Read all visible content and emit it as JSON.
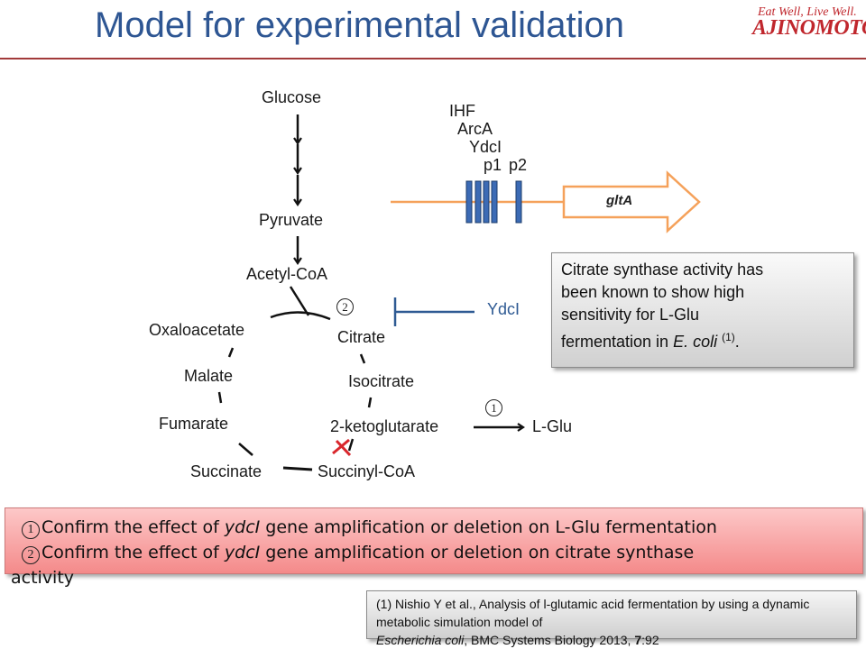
{
  "title": "Model for experimental validation",
  "logo": {
    "tagline": "Eat Well, Live Well.",
    "brand": "AJINOMOTO."
  },
  "pathway": {
    "glucose": "Glucose",
    "pyruvate": "Pyruvate",
    "acetyl_coa": "Acetyl-CoA",
    "oxaloacetate": "Oxaloacetate",
    "citrate": "Citrate",
    "malate": "Malate",
    "isocitrate": "Isocitrate",
    "fumarate": "Fumarate",
    "ketoglutarate": "2-ketoglutarate",
    "lglu": "L-Glu",
    "succinate": "Succinate",
    "succinyl_coa": "Succinyl-CoA",
    "ydci": "YdcI",
    "marker1": "1",
    "marker2": "2"
  },
  "promoter": {
    "ihf": "IHF",
    "arca": "ArcA",
    "ydci": "YdcI",
    "p1": "p1",
    "p2": "p2",
    "gene": "gltA"
  },
  "note": {
    "line1": "Citrate synthase activity has",
    "line2": "been known to show high",
    "line3": "sensitivity for L-Glu",
    "line4_pre": "fermentation in ",
    "line4_italic": "E. coli",
    "line4_sup": "(1)",
    "line4_post": "."
  },
  "tasks": {
    "t1_pre": "Confirm the effect of ",
    "t1_gene": "ydcI",
    "t1_post": " gene amplification or deletion on L-Glu fermentation",
    "t2_pre": "Confirm the effect of ",
    "t2_gene": "ydcI",
    "t2_post": " gene amplification or deletion on citrate synthase",
    "t2_cont": "activity"
  },
  "reference": {
    "line1": "(1) Nishio Y et al., Analysis of l-glutamic acid fermentation by using a dynamic metabolic simulation model of",
    "organism": "Escherichia coli",
    "line2_post": ", BMC Systems Biology 2013, ",
    "volume": "7",
    "pages": ":92"
  },
  "colors": {
    "title": "#2e5693",
    "rule": "#a23a3a",
    "repressor": "#2e5a93",
    "block": "#d9262c",
    "promoter_arrow": "#f5a15a"
  }
}
